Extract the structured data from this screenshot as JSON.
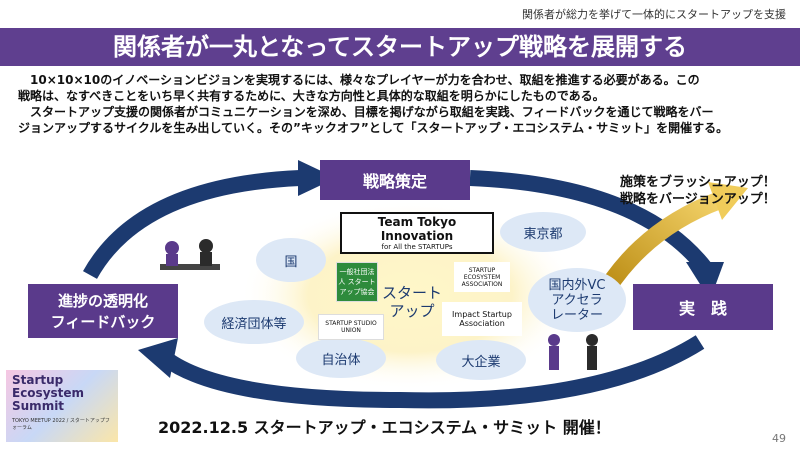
{
  "header": {
    "caption": "関係者が総力を挙げて一体的にスタートアップを支援"
  },
  "banner": {
    "title": "関係者が一丸となってスタートアップ戦略を展開する"
  },
  "intro": {
    "line1": "10×10×10のイノベーションビジョンを実現するには、様々なプレイヤーが力を合わせ、取組を推進する必要がある。この",
    "line2": "戦略は、なすべきことをいち早く共有するために、大きな方向性と具体的な取組を明らかにしたものである。",
    "line3": "スタートアップ支援の関係者がコミュニケーションを深め、目標を掲げながら取組を実践、フィードバックを通じて戦略をバー",
    "line4": "ジョンアップするサイクルを生み出していく。その”キックオフ”として「スタートアップ・エコシステム・サミット」を開催する。"
  },
  "cycle": {
    "strategy": "戦略策定",
    "practice": "実　践",
    "feedback_line1": "進捗の透明化",
    "feedback_line2": "フィードバック",
    "brushup_line1": "施策をブラッシュアップ！",
    "brushup_line2": "戦略をバージョンアップ！"
  },
  "stakeholders": {
    "country": "国",
    "tokyo": "東京都",
    "keidanren": "経済団体等",
    "local": "自治体",
    "bigcorp": "大企業",
    "vc_line1": "国内外VC",
    "vc_line2": "アクセラ",
    "vc_line3": "レーター"
  },
  "center": {
    "line1": "スタート",
    "line2": "アップ"
  },
  "logos": {
    "tti_main": "Team Tokyo Innovation",
    "tti_sub": "for All the STARTUPs",
    "japan_startup": "一般社団法人 スタートアップ協会",
    "ecosystem_assoc": "STARTUP ECOSYSTEM ASSOCIATION",
    "impact": "Impact Startup Association",
    "studio_union": "STARTUP STUDIO UNION"
  },
  "summit_logo": {
    "line1": "Startup",
    "line2": "Ecosystem",
    "line3": "Summit",
    "line4": "TOKYO MEETUP 2022 / スタートアップフォーラム"
  },
  "footer": {
    "text": "2022.12.5 スタートアップ・エコシステム・サミット 開催！"
  },
  "page": {
    "number": "49"
  },
  "colors": {
    "purple": "#5a3a8b",
    "arrow": "#1c3a70",
    "ellipse": "#dde8f6",
    "gold": "#c89b1a"
  }
}
